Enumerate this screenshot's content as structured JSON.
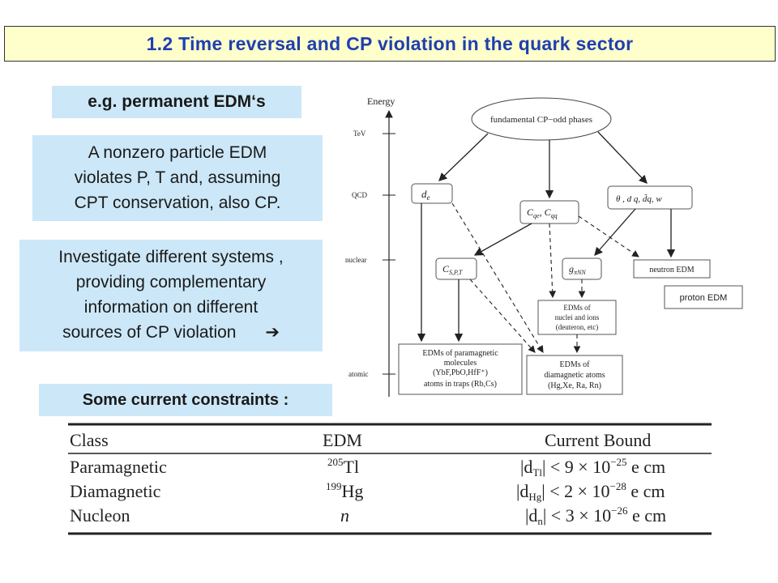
{
  "title": "1.2 Time reversal and CP violation in the quark sector",
  "edm_box": "e.g. permanent  EDM‘s",
  "nonzero_box": [
    "A nonzero particle EDM",
    "violates P, T and, assuming",
    "CPT conservation, also CP."
  ],
  "investigate_box": [
    "Investigate different systems ,",
    "providing complementary",
    "information on different",
    "sources of CP violation"
  ],
  "arrow_glyph": "➔",
  "constraints_box": "Some current constraints :",
  "diagram": {
    "axis_labels": {
      "energy": "Energy",
      "tev": "TeV",
      "qcd": "QCD",
      "nuclear": "nuclear",
      "atomic": "atomic"
    },
    "top_node": "fundamental CP−odd phases",
    "de": "d",
    "de_sub": "e",
    "cqe": "C",
    "cqe_sub1": "qe",
    "cqe_sep": ", C",
    "cqe_sub2": "qq",
    "theta": "θ  , d q, d̃q, w",
    "cspt": "C",
    "cspt_sub": "S,P,T",
    "gpinn": "g",
    "gpinn_sub": "πNN",
    "neutron_edm": "neutron EDM",
    "proton_edm": "proton EDM",
    "nuclei_edm": [
      "EDMs of",
      "nuclei and ions",
      "(deuteron, etc)"
    ],
    "paramagnetic_edm": [
      "EDMs of paramagnetic",
      "molecules",
      "(YbF,PbO,HfF⁺)",
      "atoms in traps (Rb,Cs)"
    ],
    "diamagnetic_edm": [
      "EDMs of",
      "diamagnetic atoms",
      "(Hg,Xe, Ra, Rn)"
    ]
  },
  "table": {
    "headers": [
      "Class",
      "EDM",
      "Current Bound"
    ],
    "rows": [
      {
        "class": "Paramagnetic",
        "edm_sup": "205",
        "edm": "Tl",
        "bound": "|d",
        "bound_sub": "Tl",
        "bound_rest": "| < 9 × 10",
        "bound_exp": "−25",
        "unit": " e cm"
      },
      {
        "class": "Diamagnetic",
        "edm_sup": "199",
        "edm": "Hg",
        "bound": "|d",
        "bound_sub": "Hg",
        "bound_rest": "| < 2 × 10",
        "bound_exp": "−28",
        "unit": " e cm"
      },
      {
        "class": "Nucleon",
        "edm_sup": "",
        "edm": "n",
        "bound": "|d",
        "bound_sub": "n",
        "bound_rest": "| < 3 × 10",
        "bound_exp": "−26",
        "unit": " e cm"
      }
    ]
  },
  "colors": {
    "title_text": "#1f3faf",
    "title_bg": "#ffffcc",
    "box_bg": "#cce8f8"
  }
}
